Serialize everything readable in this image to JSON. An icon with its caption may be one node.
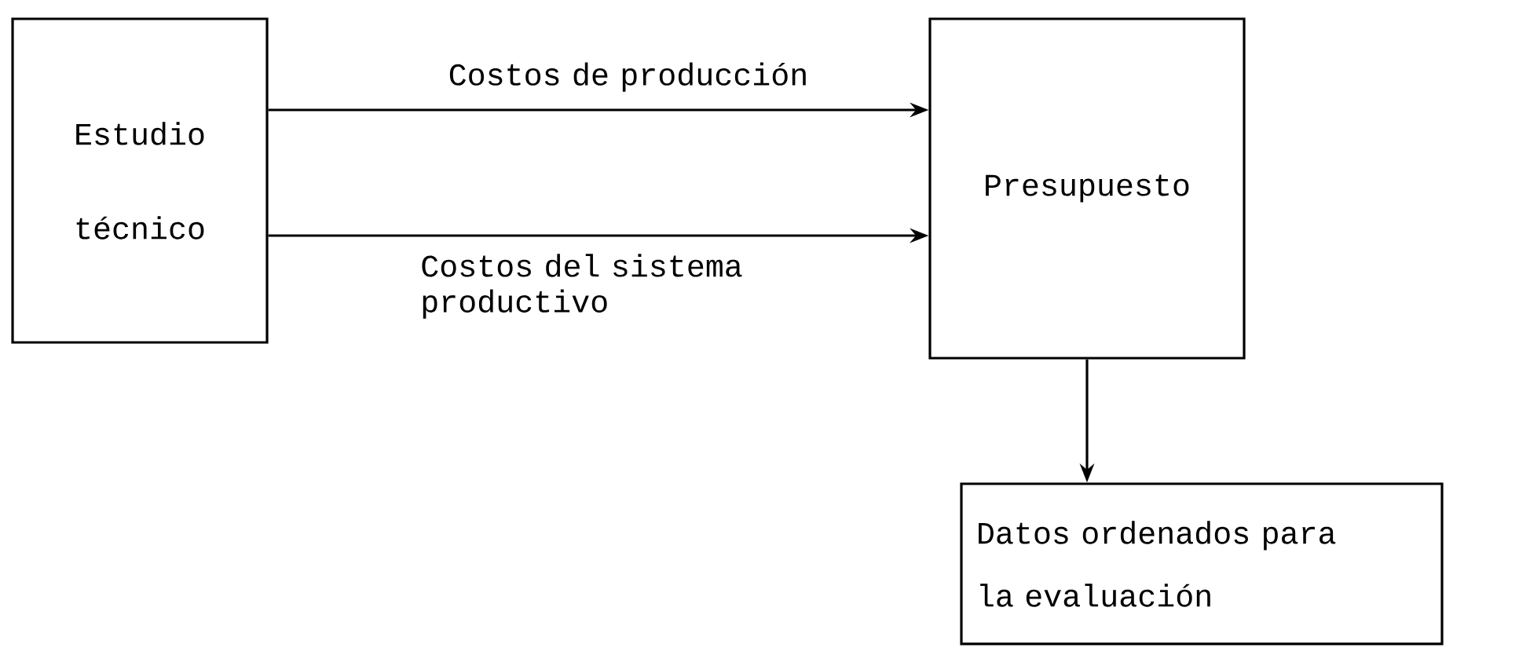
{
  "diagram": {
    "nodes": [
      {
        "text": [
          "Estudio técnico"
        ]
      },
      {
        "text": [
          "Presupuesto"
        ]
      },
      {
        "text": [
          "Datos ordenados para la evaluación"
        ]
      }
    ],
    "edges": [
      {
        "from": 0,
        "to": 1,
        "arrow": "to",
        "label": "Costos de producción"
      },
      {
        "from": 0,
        "to": 1,
        "arrow": "to",
        "label": "Costos del sistema productivo"
      },
      {
        "from": 1,
        "to": 2,
        "arrow": "to"
      }
    ]
  }
}
